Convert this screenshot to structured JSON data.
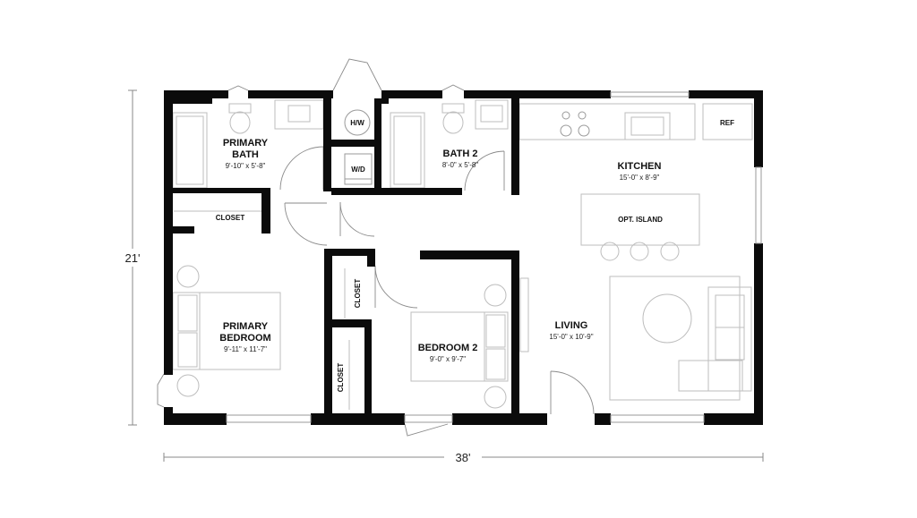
{
  "rooms": {
    "primary_bath": {
      "name_line1": "PRIMARY",
      "name_line2": "BATH",
      "dims": "9'-10\" x 5'-8\""
    },
    "bath2": {
      "name": "BATH 2",
      "dims": "8'-0\" x 5'-8\""
    },
    "kitchen": {
      "name": "KITCHEN",
      "dims": "15'-0\" x 8'-9\""
    },
    "primary_bedroom": {
      "name_line1": "PRIMARY",
      "name_line2": "BEDROOM",
      "dims": "9'-11\" x 11'-7\""
    },
    "bedroom2": {
      "name": "BEDROOM 2",
      "dims": "9'-0\" x 9'-7\""
    },
    "living": {
      "name": "LIVING",
      "dims": "15'-0\" x 10'-9\""
    }
  },
  "labels": {
    "hw": "H/W",
    "wd": "W/D",
    "ref": "REF",
    "opt_island": "OPT. ISLAND",
    "closet_primary": "CLOSET",
    "closet_vertical_1": "CLOSET",
    "closet_vertical_2": "CLOSET"
  },
  "dimensions": {
    "height": "21'",
    "width": "38'"
  }
}
